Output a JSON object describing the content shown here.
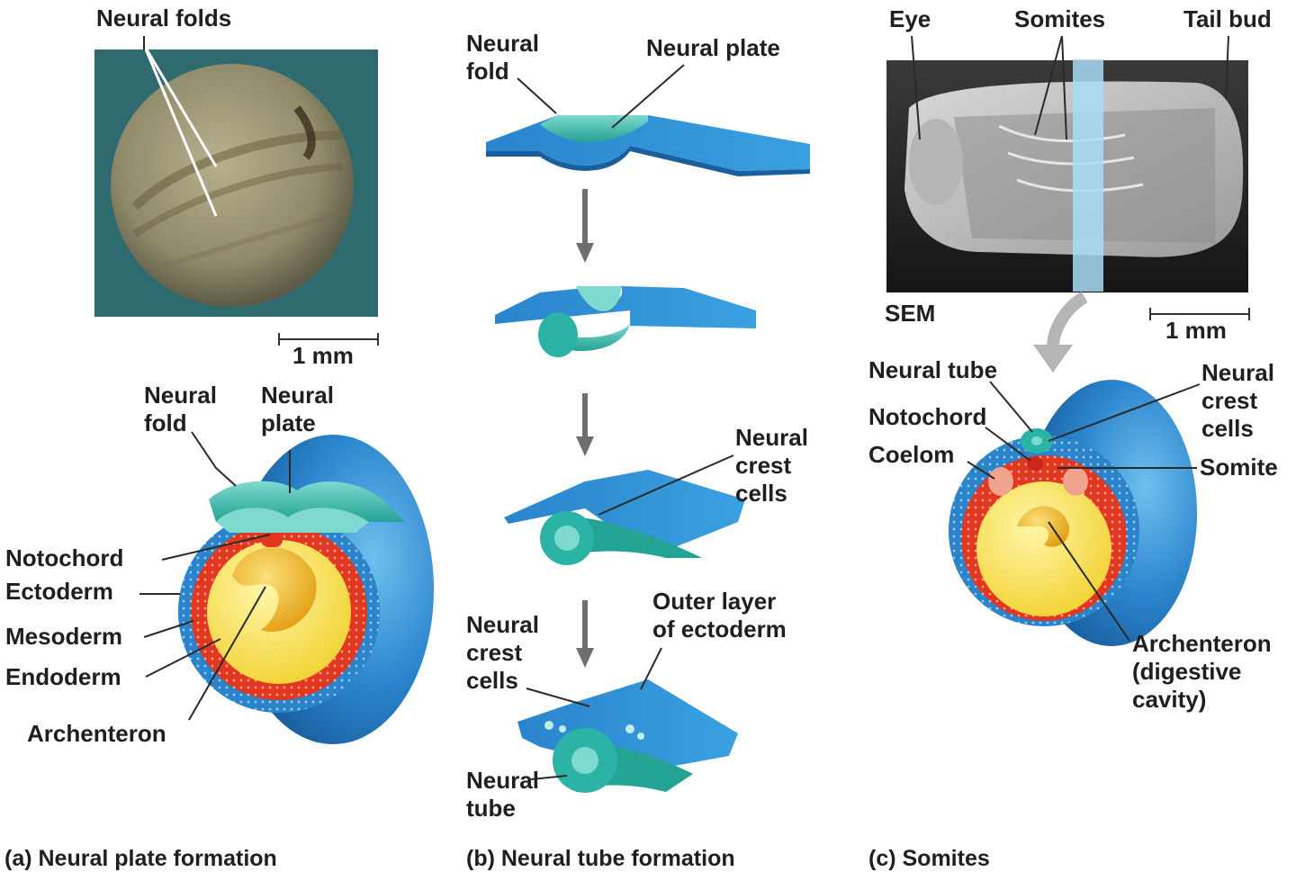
{
  "colors": {
    "ectoderm": "#2a84cc",
    "ectoderm_light": "#5fb2e8",
    "neural": "#2bb3a6",
    "neural_light": "#7fd9cf",
    "mesoderm": "#e2361e",
    "endoderm": "#f4de3a",
    "archenteron": "#f2b418",
    "photo_bg": "#2f6a6e",
    "embryo_photo": "#8f8a6a"
  },
  "panel_a": {
    "caption": "(a) Neural plate formation",
    "photo_label": "Neural folds",
    "scale": "1 mm",
    "labels": {
      "neural_fold": "Neural\nfold",
      "neural_plate": "Neural\nplate",
      "notochord": "Notochord",
      "ectoderm": "Ectoderm",
      "mesoderm": "Mesoderm",
      "endoderm": "Endoderm",
      "archenteron": "Archenteron"
    }
  },
  "panel_b": {
    "caption": "(b) Neural tube formation",
    "labels": {
      "neural_fold": "Neural\nfold",
      "neural_plate": "Neural plate",
      "neural_crest_1": "Neural\ncrest\ncells",
      "outer_layer": "Outer layer\nof ectoderm",
      "neural_crest_2": "Neural\ncrest\ncells",
      "neural_tube": "Neural\ntube"
    }
  },
  "panel_c": {
    "caption": "(c) Somites",
    "sem_label": "SEM",
    "scale": "1 mm",
    "labels": {
      "eye": "Eye",
      "somites": "Somites",
      "tail_bud": "Tail bud",
      "neural_tube": "Neural tube",
      "notochord": "Notochord",
      "coelom": "Coelom",
      "neural_crest": "Neural\ncrest\ncells",
      "somite": "Somite",
      "archenteron": "Archenteron\n(digestive\ncavity)"
    }
  }
}
